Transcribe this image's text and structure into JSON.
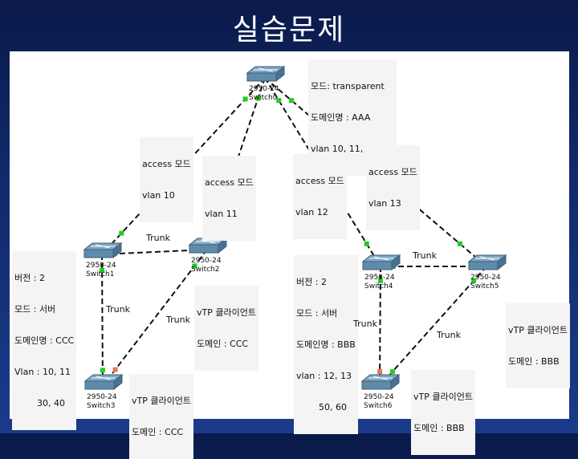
{
  "title": "실습문제",
  "switches": [
    {
      "id": "sw0",
      "model": "2950-24",
      "name": "Switch0"
    },
    {
      "id": "sw1",
      "model": "2950-24",
      "name": "Switch1"
    },
    {
      "id": "sw2",
      "model": "2950-24",
      "name": "Switch2"
    },
    {
      "id": "sw3",
      "model": "2950-24",
      "name": "Switch3"
    },
    {
      "id": "sw4",
      "model": "2950-24",
      "name": "Switch4"
    },
    {
      "id": "sw5",
      "model": "2950-24",
      "name": "Switch5"
    },
    {
      "id": "sw6",
      "model": "2950-24",
      "name": "Switch6"
    }
  ],
  "notes": {
    "sw0": [
      "모드: transparent",
      "도메인명 : AAA",
      "vlan 10, 11, 12, 13"
    ],
    "access10": [
      "access 모드",
      "vlan 10"
    ],
    "access11": [
      "access 모드",
      "vlan 11"
    ],
    "access12": [
      "access 모드",
      "vlan 12"
    ],
    "access13": [
      "access 모드",
      "vlan 13"
    ],
    "sw1": [
      "버전 : 2",
      "모드 : 서버",
      "도메인명 : CCC",
      "Vlan : 10, 11",
      "        30, 40"
    ],
    "sw2": [
      "vTP 클라이언트",
      "도메인 : CCC"
    ],
    "sw3": [
      "vTP 클라이언트",
      "도메인 : CCC"
    ],
    "sw4": [
      "버전 : 2",
      "모드 : 서버",
      "도메인명 : BBB",
      "vlan : 12, 13",
      "        50, 60"
    ],
    "sw5": [
      "vTP 클라이언트",
      "도메인 : BBB"
    ],
    "sw6": [
      "vTP 클라이언트",
      "도메인 : BBB"
    ]
  },
  "trunk_label": "Trunk",
  "colors": {
    "up": "#22cc22",
    "down": "#e8774a",
    "link": "#111111"
  }
}
